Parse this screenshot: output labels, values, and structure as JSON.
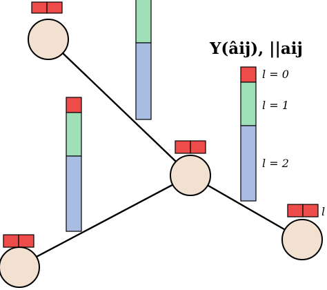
{
  "title": "Y(âij), ||aij",
  "legend": {
    "levels": [
      {
        "label": "l = 0",
        "color": "#ee4b4b"
      },
      {
        "label": "l = 1",
        "color": "#9fe0b9"
      },
      {
        "label": "l = 2",
        "color": "#a9bde3"
      }
    ]
  },
  "edge_fragment_label": "l",
  "colors": {
    "node_fill": "#f2e0d0",
    "node_stroke": "#000000",
    "edge": "#000000",
    "red": "#ee4b4b",
    "green": "#9fe0b9",
    "blue": "#a9bde3"
  }
}
